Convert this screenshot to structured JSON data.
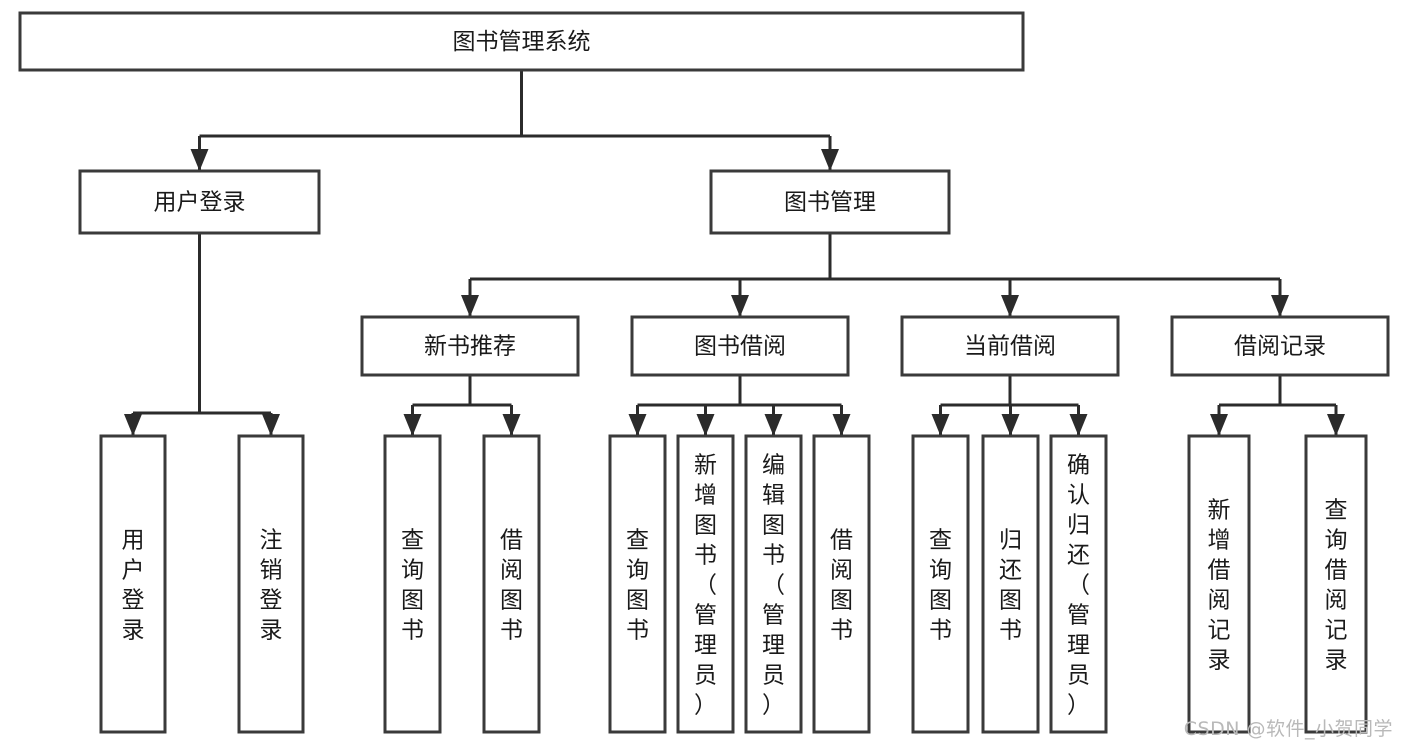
{
  "diagram": {
    "title": "图书管理系统",
    "type": "hierarchy-tree",
    "orientation": "top-down",
    "colors": {
      "box_stroke": "#3a3a3a",
      "edge_stroke": "#2b2b2b",
      "box_fill": "#ffffff",
      "label_color": "#1a1a1a",
      "background": "#ffffff",
      "watermark_color": "#b9b9b9"
    },
    "levels": [
      {
        "level": 0,
        "nodes": [
          {
            "id": "root",
            "label": "图书管理系统",
            "orientation": "horizontal"
          }
        ]
      },
      {
        "level": 1,
        "nodes": [
          {
            "id": "login",
            "label": "用户登录",
            "orientation": "horizontal",
            "parent": "root"
          },
          {
            "id": "bookmgmt",
            "label": "图书管理",
            "orientation": "horizontal",
            "parent": "root"
          }
        ]
      },
      {
        "level": 2,
        "nodes": [
          {
            "id": "newbook",
            "label": "新书推荐",
            "orientation": "horizontal",
            "parent": "bookmgmt"
          },
          {
            "id": "borrow",
            "label": "图书借阅",
            "orientation": "horizontal",
            "parent": "bookmgmt"
          },
          {
            "id": "current",
            "label": "当前借阅",
            "orientation": "horizontal",
            "parent": "bookmgmt"
          },
          {
            "id": "records",
            "label": "借阅记录",
            "orientation": "horizontal",
            "parent": "bookmgmt"
          }
        ]
      },
      {
        "level": 3,
        "nodes": [
          {
            "id": "leaf-user-login",
            "label": "用户登录",
            "orientation": "vertical",
            "parent": "login"
          },
          {
            "id": "leaf-user-logout",
            "label": "注销登录",
            "orientation": "vertical",
            "parent": "login"
          },
          {
            "id": "leaf-query-book-1",
            "label": "查询图书",
            "orientation": "vertical",
            "parent": "newbook"
          },
          {
            "id": "leaf-borrow-book-1",
            "label": "借阅图书",
            "orientation": "vertical",
            "parent": "newbook"
          },
          {
            "id": "leaf-query-book-2",
            "label": "查询图书",
            "orientation": "vertical",
            "parent": "borrow"
          },
          {
            "id": "leaf-add-book",
            "label": "新增图书（管理员）",
            "orientation": "vertical",
            "parent": "borrow"
          },
          {
            "id": "leaf-edit-book",
            "label": "编辑图书（管理员）",
            "orientation": "vertical",
            "parent": "borrow"
          },
          {
            "id": "leaf-borrow-book-2",
            "label": "借阅图书",
            "orientation": "vertical",
            "parent": "borrow"
          },
          {
            "id": "leaf-query-book-3",
            "label": "查询图书",
            "orientation": "vertical",
            "parent": "current"
          },
          {
            "id": "leaf-return-book",
            "label": "归还图书",
            "orientation": "vertical",
            "parent": "current"
          },
          {
            "id": "leaf-confirm-return",
            "label": "确认归还（管理员）",
            "orientation": "vertical",
            "parent": "current"
          },
          {
            "id": "leaf-add-record",
            "label": "新增借阅记录",
            "orientation": "vertical",
            "parent": "records"
          },
          {
            "id": "leaf-query-record",
            "label": "查询借阅记录",
            "orientation": "vertical",
            "parent": "records"
          }
        ]
      }
    ]
  },
  "watermark": {
    "text": "CSDN @软件_小贺同学"
  }
}
